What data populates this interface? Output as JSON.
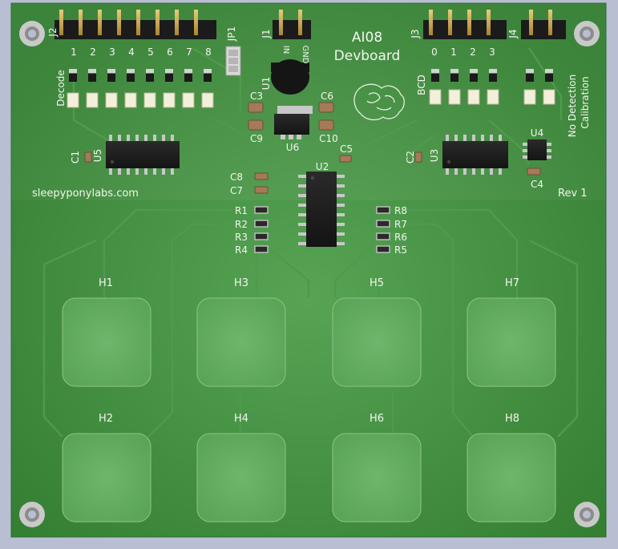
{
  "board": {
    "title_line1": "AI08",
    "title_line2": "Devboard",
    "website": "sleepyponylabs.com",
    "revision": "Rev 1"
  },
  "headers": {
    "j2": {
      "ref": "J2",
      "pins": [
        "1",
        "2",
        "3",
        "4",
        "5",
        "6",
        "7",
        "8"
      ]
    },
    "j1": {
      "ref": "J1",
      "pins": [
        "IN",
        "GND"
      ]
    },
    "j3": {
      "ref": "J3",
      "pins": [
        "0",
        "1",
        "2",
        "3"
      ]
    },
    "j4": {
      "ref": "J4"
    },
    "jp1": {
      "ref": "JP1"
    }
  },
  "labels": {
    "decode": "Decode",
    "bcd": "BCD",
    "no_detection": "No Detection",
    "calibration": "Calibration"
  },
  "components": {
    "u1": "U1",
    "u2": "U2",
    "u3": "U3",
    "u4": "U4",
    "u5": "U5",
    "u6": "U6",
    "c1": "C1",
    "c2": "C2",
    "c3": "C3",
    "c4": "C4",
    "c5": "C5",
    "c6": "C6",
    "c7": "C7",
    "c8": "C8",
    "c9": "C9",
    "c10": "C10",
    "r1": "R1",
    "r2": "R2",
    "r3": "R3",
    "r4": "R4",
    "r5": "R5",
    "r6": "R6",
    "r7": "R7",
    "r8": "R8"
  },
  "pads": [
    "H1",
    "H2",
    "H3",
    "H4",
    "H5",
    "H6",
    "H7",
    "H8"
  ],
  "colors": {
    "background": "#b9bfd3",
    "pcb": "#3c8a3a",
    "silkscreen": "#f2f5ee",
    "gold": "#c9a650",
    "ic_body": "#1d1d1d"
  }
}
